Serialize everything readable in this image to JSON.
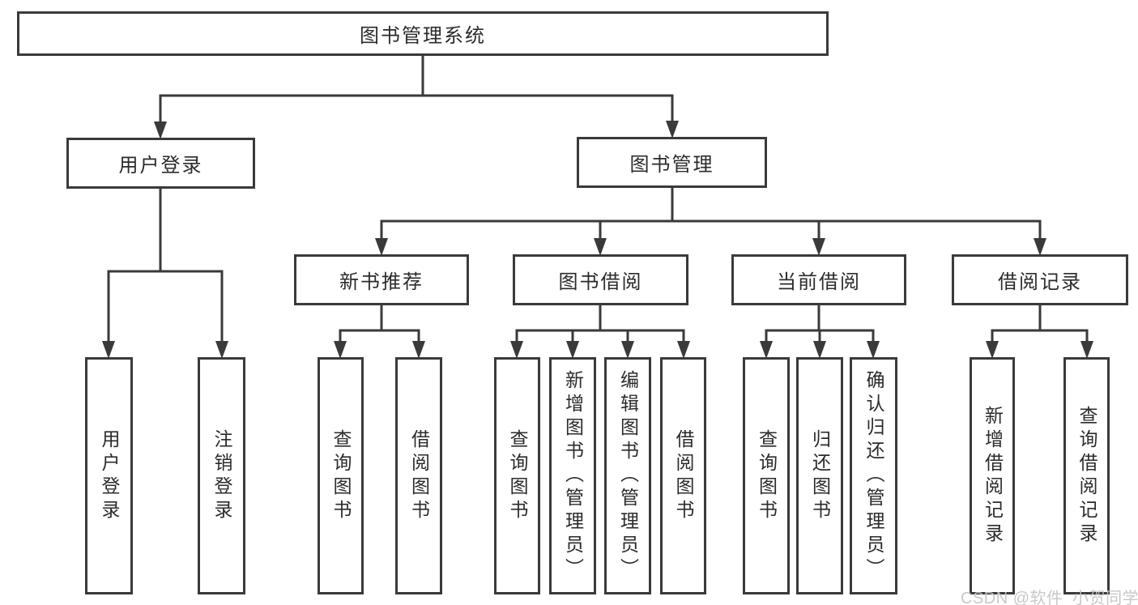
{
  "diagram": {
    "root": {
      "label": "图书管理系统"
    },
    "level2": [
      {
        "id": "user-login",
        "label": "用户登录"
      },
      {
        "id": "book-management",
        "label": "图书管理"
      }
    ],
    "level3": [
      {
        "id": "new-book-recommend",
        "label": "新书推荐"
      },
      {
        "id": "book-borrow",
        "label": "图书借阅"
      },
      {
        "id": "current-borrow",
        "label": "当前借阅"
      },
      {
        "id": "borrow-records",
        "label": "借阅记录"
      }
    ],
    "leaves": [
      {
        "id": "user-login",
        "label": "用户登录"
      },
      {
        "id": "logout",
        "label": "注销登录"
      },
      {
        "id": "query-books-1",
        "label": "查询图书"
      },
      {
        "id": "borrow-books-1",
        "label": "借阅图书"
      },
      {
        "id": "query-books-2",
        "label": "查询图书"
      },
      {
        "id": "add-books-admin",
        "label": "新增图书（管理员）"
      },
      {
        "id": "edit-books-admin",
        "label": "编辑图书（管理员）"
      },
      {
        "id": "borrow-books-2",
        "label": "借阅图书"
      },
      {
        "id": "query-books-3",
        "label": "查询图书"
      },
      {
        "id": "return-books",
        "label": "归还图书"
      },
      {
        "id": "confirm-return-admin",
        "label": "确认归还（管理员）"
      },
      {
        "id": "add-borrow-record",
        "label": "新增借阅记录"
      },
      {
        "id": "query-borrow-record",
        "label": "查询借阅记录"
      }
    ]
  },
  "watermark": {
    "text": "CSDN @软件_小贺同学"
  },
  "colors": {
    "line": "#3a3a3a",
    "text": "#2b2b2b",
    "box_background": "#ffffff",
    "watermark": "#c3c3c3"
  }
}
